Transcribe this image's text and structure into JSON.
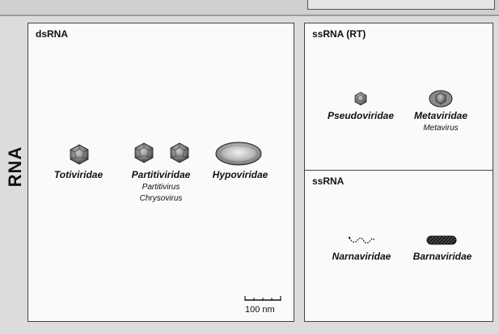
{
  "side_label": "RNA",
  "panels": {
    "dsrna": {
      "title": "dsRNA",
      "families": [
        {
          "name": "Totiviridae",
          "icon": "icosahedral-capsid-icon"
        },
        {
          "name": "Partitiviridae",
          "genera": [
            "Partitivirus",
            "Chrysovirus"
          ],
          "icon": "icosahedral-capsid-pair-icon"
        },
        {
          "name": "Hypoviridae",
          "icon": "pleomorphic-vesicle-icon"
        }
      ],
      "scale_bar": "100 nm"
    },
    "ssrna_rt": {
      "title": "ssRNA (RT)",
      "families": [
        {
          "name": "Pseudoviridae",
          "icon": "icosahedral-capsid-icon"
        },
        {
          "name": "Metaviridae",
          "genera": [
            "Metavirus"
          ],
          "icon": "enveloped-capsid-icon"
        }
      ]
    },
    "ssrna": {
      "title": "ssRNA",
      "families": [
        {
          "name": "Narnaviridae",
          "icon": "rna-strand-icon"
        },
        {
          "name": "Barnaviridae",
          "icon": "bacilliform-particle-icon"
        }
      ]
    }
  }
}
